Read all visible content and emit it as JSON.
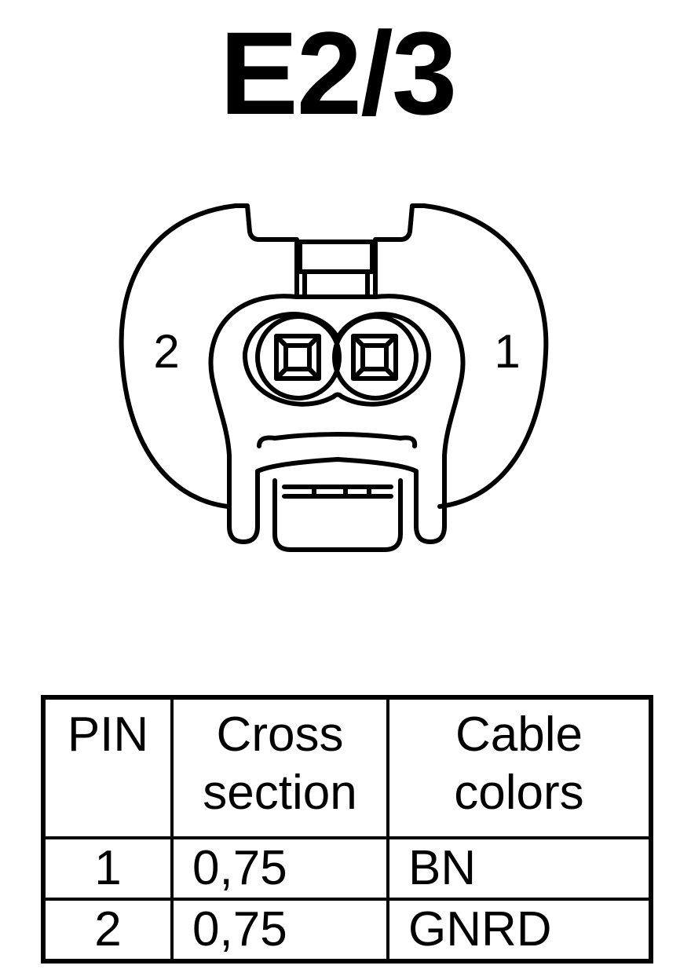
{
  "title": "E2/3",
  "connector": {
    "pin_labels": {
      "left": "2",
      "right": "1"
    }
  },
  "table": {
    "headers": [
      {
        "line1": "PIN",
        "line2": ""
      },
      {
        "line1": "Cross",
        "line2": "section"
      },
      {
        "line1": "Cable",
        "line2": "colors"
      }
    ],
    "rows": [
      {
        "pin": "1",
        "cross_section": "0,75",
        "color": "BN"
      },
      {
        "pin": "2",
        "cross_section": "0,75",
        "color": "GNRD"
      }
    ]
  }
}
